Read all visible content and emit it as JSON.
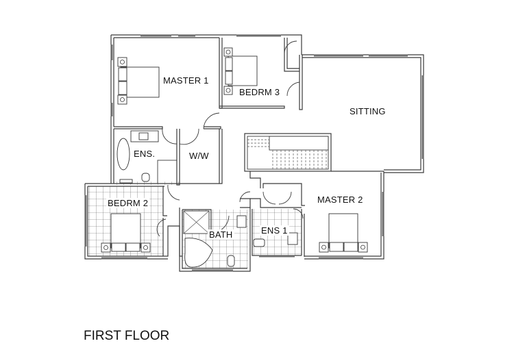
{
  "plan": {
    "title": "FIRST FLOOR",
    "rooms": [
      {
        "id": "master-1",
        "label": "MASTER 1"
      },
      {
        "id": "bedrm-3",
        "label": "BEDRM 3"
      },
      {
        "id": "sitting",
        "label": "SITTING"
      },
      {
        "id": "ens",
        "label": "ENS."
      },
      {
        "id": "ww",
        "label": "W/W"
      },
      {
        "id": "bedrm-2",
        "label": "BEDRM 2"
      },
      {
        "id": "bath",
        "label": "BATH"
      },
      {
        "id": "ens-1",
        "label": "ENS 1"
      },
      {
        "id": "master-2",
        "label": "MASTER 2"
      }
    ]
  }
}
